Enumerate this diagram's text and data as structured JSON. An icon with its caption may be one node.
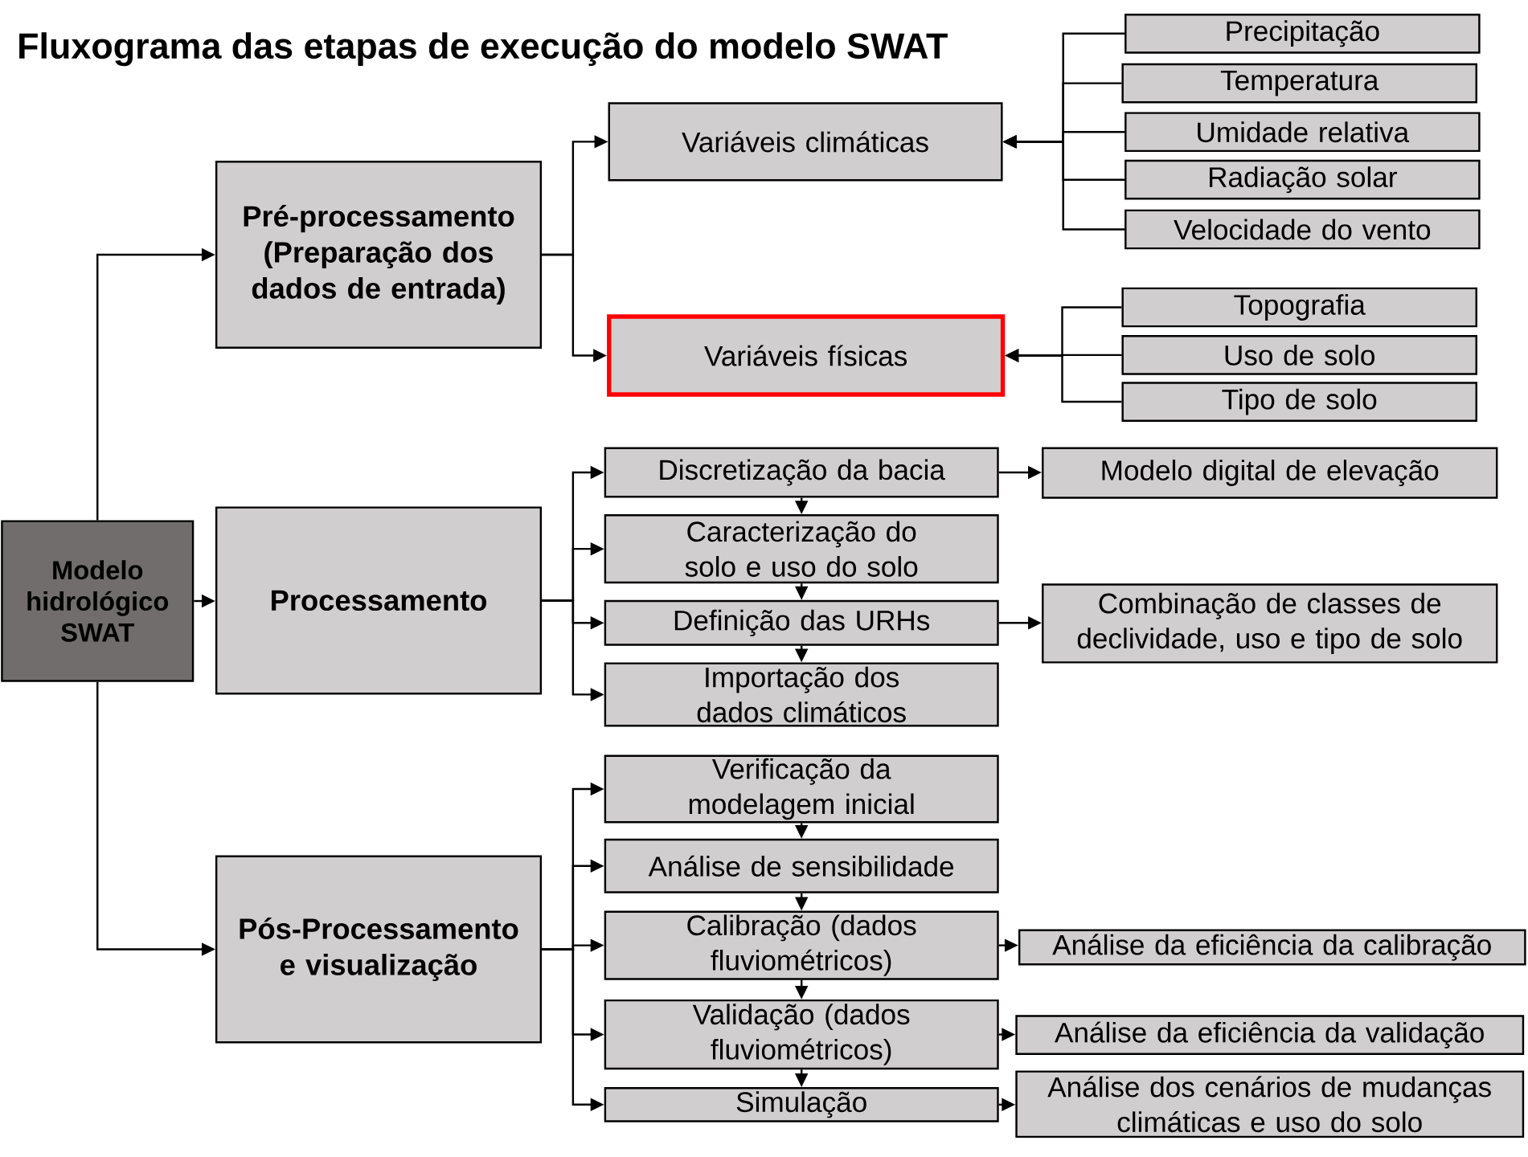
{
  "diagram": {
    "title": "Fluxograma das etapas de execução do modelo SWAT",
    "nodes": [
      {
        "text": [
          "Modelo hidrológico SWAT"
        ]
      },
      {
        "text": [
          "Pré-processamento (Preparação dos dados de entrada)"
        ]
      },
      {
        "text": [
          "Variáveis climáticas"
        ]
      },
      {
        "text": [
          "Precipitação"
        ]
      },
      {
        "text": [
          "Temperatura"
        ]
      },
      {
        "text": [
          "Umidade relativa"
        ]
      },
      {
        "text": [
          "Radiação solar"
        ]
      },
      {
        "text": [
          "Velocidade do vento"
        ]
      },
      {
        "text": [
          "Variáveis físicas"
        ]
      },
      {
        "text": [
          "Topografia"
        ]
      },
      {
        "text": [
          "Uso de solo"
        ]
      },
      {
        "text": [
          "Tipo de solo"
        ]
      },
      {
        "text": [
          "Processamento"
        ]
      },
      {
        "text": [
          "Discretização da bacia"
        ]
      },
      {
        "text": [
          "Modelo digital de elevação"
        ]
      },
      {
        "text": [
          "Caracterização do solo e uso do solo"
        ]
      },
      {
        "text": [
          "Definição das URHs"
        ]
      },
      {
        "text": [
          "Combinação de classes de declividade, uso e tipo de solo"
        ]
      },
      {
        "text": [
          "Importação dos dados climáticos"
        ]
      },
      {
        "text": [
          "Pós-Processamento e visualização"
        ]
      },
      {
        "text": [
          "Verificação da modelagem inicial"
        ]
      },
      {
        "text": [
          "Análise de sensibilidade"
        ]
      },
      {
        "text": [
          "Calibração (dados fluviométricos)"
        ]
      },
      {
        "text": [
          "Análise da eficiência da calibração"
        ]
      },
      {
        "text": [
          "Validação (dados fluviométricos)"
        ]
      },
      {
        "text": [
          "Análise da eficiência da validação"
        ]
      },
      {
        "text": [
          "Simulação"
        ]
      },
      {
        "text": [
          "Análise dos cenários de mudanças climáticas e uso do solo"
        ]
      }
    ],
    "edges": [
      {
        "from": 0,
        "to": 1,
        "arrow": "to"
      },
      {
        "from": 0,
        "to": 12,
        "arrow": "to"
      },
      {
        "from": 0,
        "to": 19,
        "arrow": "to"
      },
      {
        "from": 1,
        "to": 2,
        "arrow": "to"
      },
      {
        "from": 1,
        "to": 8,
        "arrow": "to"
      },
      {
        "from": 3,
        "to": 2,
        "arrow": "to"
      },
      {
        "from": 4,
        "to": 2,
        "arrow": "to"
      },
      {
        "from": 5,
        "to": 2,
        "arrow": "to"
      },
      {
        "from": 6,
        "to": 2,
        "arrow": "to"
      },
      {
        "from": 7,
        "to": 2,
        "arrow": "to"
      },
      {
        "from": 9,
        "to": 8,
        "arrow": "to"
      },
      {
        "from": 10,
        "to": 8,
        "arrow": "to"
      },
      {
        "from": 11,
        "to": 8,
        "arrow": "to"
      },
      {
        "from": 12,
        "to": 13,
        "arrow": "to"
      },
      {
        "from": 12,
        "to": 15,
        "arrow": "to"
      },
      {
        "from": 12,
        "to": 16,
        "arrow": "to"
      },
      {
        "from": 12,
        "to": 18,
        "arrow": "to"
      },
      {
        "from": 13,
        "to": 14,
        "arrow": "to"
      },
      {
        "from": 13,
        "to": 15,
        "arrow": "to"
      },
      {
        "from": 15,
        "to": 16,
        "arrow": "to"
      },
      {
        "from": 16,
        "to": 17,
        "arrow": "to"
      },
      {
        "from": 16,
        "to": 18,
        "arrow": "to"
      },
      {
        "from": 19,
        "to": 20,
        "arrow": "to"
      },
      {
        "from": 19,
        "to": 21,
        "arrow": "to"
      },
      {
        "from": 19,
        "to": 22,
        "arrow": "to"
      },
      {
        "from": 19,
        "to": 24,
        "arrow": "to"
      },
      {
        "from": 19,
        "to": 26,
        "arrow": "to"
      },
      {
        "from": 20,
        "to": 21,
        "arrow": "to"
      },
      {
        "from": 21,
        "to": 22,
        "arrow": "to"
      },
      {
        "from": 22,
        "to": 24,
        "arrow": "to"
      },
      {
        "from": 24,
        "to": 26,
        "arrow": "to"
      },
      {
        "from": 22,
        "to": 23,
        "arrow": "to"
      },
      {
        "from": 24,
        "to": 25,
        "arrow": "to"
      },
      {
        "from": 26,
        "to": 27,
        "arrow": "to"
      }
    ]
  }
}
